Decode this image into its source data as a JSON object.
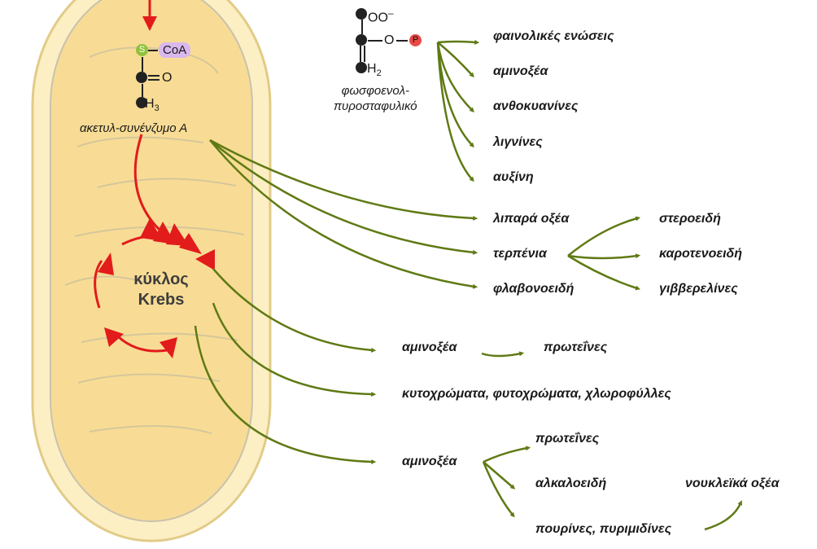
{
  "colors": {
    "arrow_green": "#5f7a14",
    "arrow_red": "#e21b1b",
    "mito_outer": "#fcefc4",
    "mito_inner": "#f8dc95",
    "cristae": "#c9c2ad"
  },
  "acetyl": {
    "s": "S",
    "coa": "CoA",
    "o": "O",
    "h3": "H",
    "h3_sub": "3",
    "caption": "ακετυλ-συνένζυμο Α"
  },
  "pep": {
    "coo": "OO",
    "coo_sup": "–",
    "o": "O",
    "p": "P",
    "h2": "H",
    "h2_sub": "2",
    "caption_line1": "φωσφοενολ-",
    "caption_line2": "πυροσταφυλικό"
  },
  "krebs": {
    "line1": "κύκλος",
    "line2": "Krebs"
  },
  "pep_products": [
    "φαινολικές ενώσεις",
    "αμινοξέα",
    "ανθοκυανίνες",
    "λιγνίνες",
    "αυξίνη"
  ],
  "acetyl_products": {
    "fatty_acids": "λιπαρά οξέα",
    "terpenes": "τερπένια",
    "flavonoids": "φλαβονοειδή"
  },
  "terpene_products": [
    "στεροειδή",
    "καροτενοειδή",
    "γιββερελίνες"
  ],
  "krebs_products": {
    "amino_top": "αμινοξέα",
    "proteins_top": "πρωτεΐνες",
    "pigments": "κυτοχρώματα, φυτοχρώματα, χλωροφύλλες",
    "amino_bottom": "αμινοξέα",
    "proteins_bottom": "πρωτεΐνες",
    "alkaloids": "αλκαλοειδή",
    "purines": "πουρίνες, πυριμιδίνες",
    "nucleic_acids": "νουκλεϊκά οξέα"
  }
}
